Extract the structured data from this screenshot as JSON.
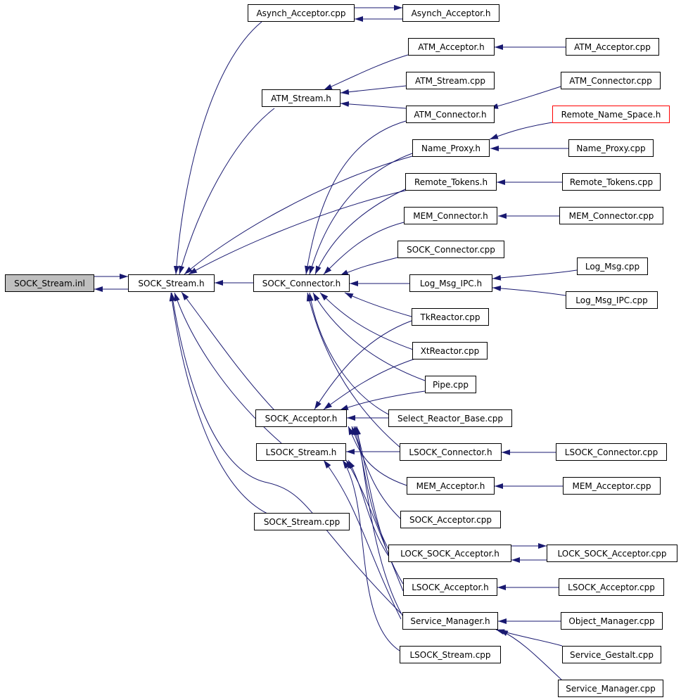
{
  "diagram": {
    "root_node": "SOCK_Stream.inl",
    "nodes": {
      "sock_stream_inl": "SOCK_Stream.inl",
      "sock_stream_h": "SOCK_Stream.h",
      "asynch_acceptor_cpp": "Asynch_Acceptor.cpp",
      "asynch_acceptor_h": "Asynch_Acceptor.h",
      "atm_acceptor_h": "ATM_Acceptor.h",
      "atm_acceptor_cpp": "ATM_Acceptor.cpp",
      "atm_stream_h": "ATM_Stream.h",
      "atm_stream_cpp": "ATM_Stream.cpp",
      "atm_connector_cpp": "ATM_Connector.cpp",
      "atm_connector_h": "ATM_Connector.h",
      "remote_name_space_h": "Remote_Name_Space.h",
      "name_proxy_h": "Name_Proxy.h",
      "name_proxy_cpp": "Name_Proxy.cpp",
      "remote_tokens_h": "Remote_Tokens.h",
      "remote_tokens_cpp": "Remote_Tokens.cpp",
      "mem_connector_h": "MEM_Connector.h",
      "mem_connector_cpp": "MEM_Connector.cpp",
      "sock_connector_cpp": "SOCK_Connector.cpp",
      "log_msg_cpp": "Log_Msg.cpp",
      "sock_connector_h": "SOCK_Connector.h",
      "log_msg_ipc_h": "Log_Msg_IPC.h",
      "log_msg_ipc_cpp": "Log_Msg_IPC.cpp",
      "tkreactor_cpp": "TkReactor.cpp",
      "xtreactor_cpp": "XtReactor.cpp",
      "pipe_cpp": "Pipe.cpp",
      "sock_acceptor_h": "SOCK_Acceptor.h",
      "select_reactor_base_cpp": "Select_Reactor_Base.cpp",
      "lsock_stream_h": "LSOCK_Stream.h",
      "lsock_connector_h": "LSOCK_Connector.h",
      "lsock_connector_cpp": "LSOCK_Connector.cpp",
      "mem_acceptor_h": "MEM_Acceptor.h",
      "mem_acceptor_cpp": "MEM_Acceptor.cpp",
      "sock_stream_cpp": "SOCK_Stream.cpp",
      "sock_acceptor_cpp": "SOCK_Acceptor.cpp",
      "lock_sock_acceptor_h": "LOCK_SOCK_Acceptor.h",
      "lock_sock_acceptor_cpp": "LOCK_SOCK_Acceptor.cpp",
      "lsock_acceptor_h": "LSOCK_Acceptor.h",
      "lsock_acceptor_cpp": "LSOCK_Acceptor.cpp",
      "service_manager_h": "Service_Manager.h",
      "object_manager_cpp": "Object_Manager.cpp",
      "lsock_stream_cpp": "LSOCK_Stream.cpp",
      "service_gestalt_cpp": "Service_Gestalt.cpp",
      "service_manager_cpp": "Service_Manager.cpp"
    },
    "colors": {
      "edge": "#191970",
      "root_fill": "#bfbfbf",
      "highlight_border": "#ff0000"
    }
  }
}
